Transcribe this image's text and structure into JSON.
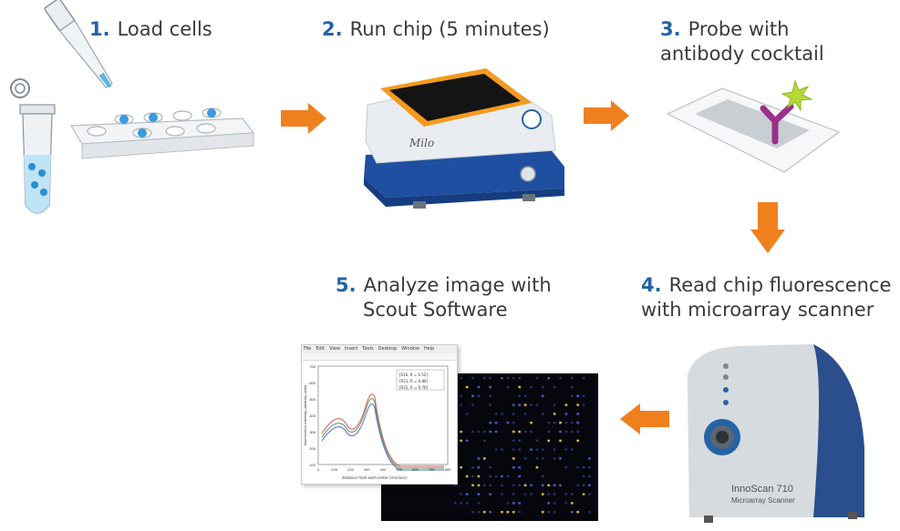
{
  "steps": [
    {
      "num": "1.",
      "label": "Load cells"
    },
    {
      "num": "2.",
      "label": "Run chip (5 minutes)"
    },
    {
      "num": "3.",
      "label": "Probe with",
      "label2": "antibody cocktail"
    },
    {
      "num": "4.",
      "label": "Read chip fluorescence",
      "label2": "with microarray scanner"
    },
    {
      "num": "5.",
      "label": "Analyze image with",
      "label2": "Scout Software"
    }
  ],
  "device_brand": "Milo",
  "scanner": {
    "model": "InnoScan 710",
    "subtitle": "Microarray Scanner"
  },
  "software": {
    "menu": [
      "File",
      "Edit",
      "View",
      "Insert",
      "Tools",
      "Desktop",
      "Window",
      "Help"
    ],
    "legend": [
      "[S16, R = 0.52]",
      "[R21, R = 0.86]",
      "[R22, R = 0.76]"
    ],
    "xlabel": "distance from well center (microns)",
    "ylabel": "fluorescence intensity (arbitrary units)",
    "xticks": [
      "0",
      "100",
      "200",
      "300",
      "400",
      "500",
      "600",
      "700",
      "800"
    ],
    "yticks": [
      "700",
      "600",
      "500",
      "400",
      "300",
      "200",
      "100"
    ]
  },
  "colors": {
    "accent": "#2463a6",
    "arrow": "#f0801e",
    "device_orange": "#f59a1d",
    "device_blue": "#1f4fa0"
  }
}
